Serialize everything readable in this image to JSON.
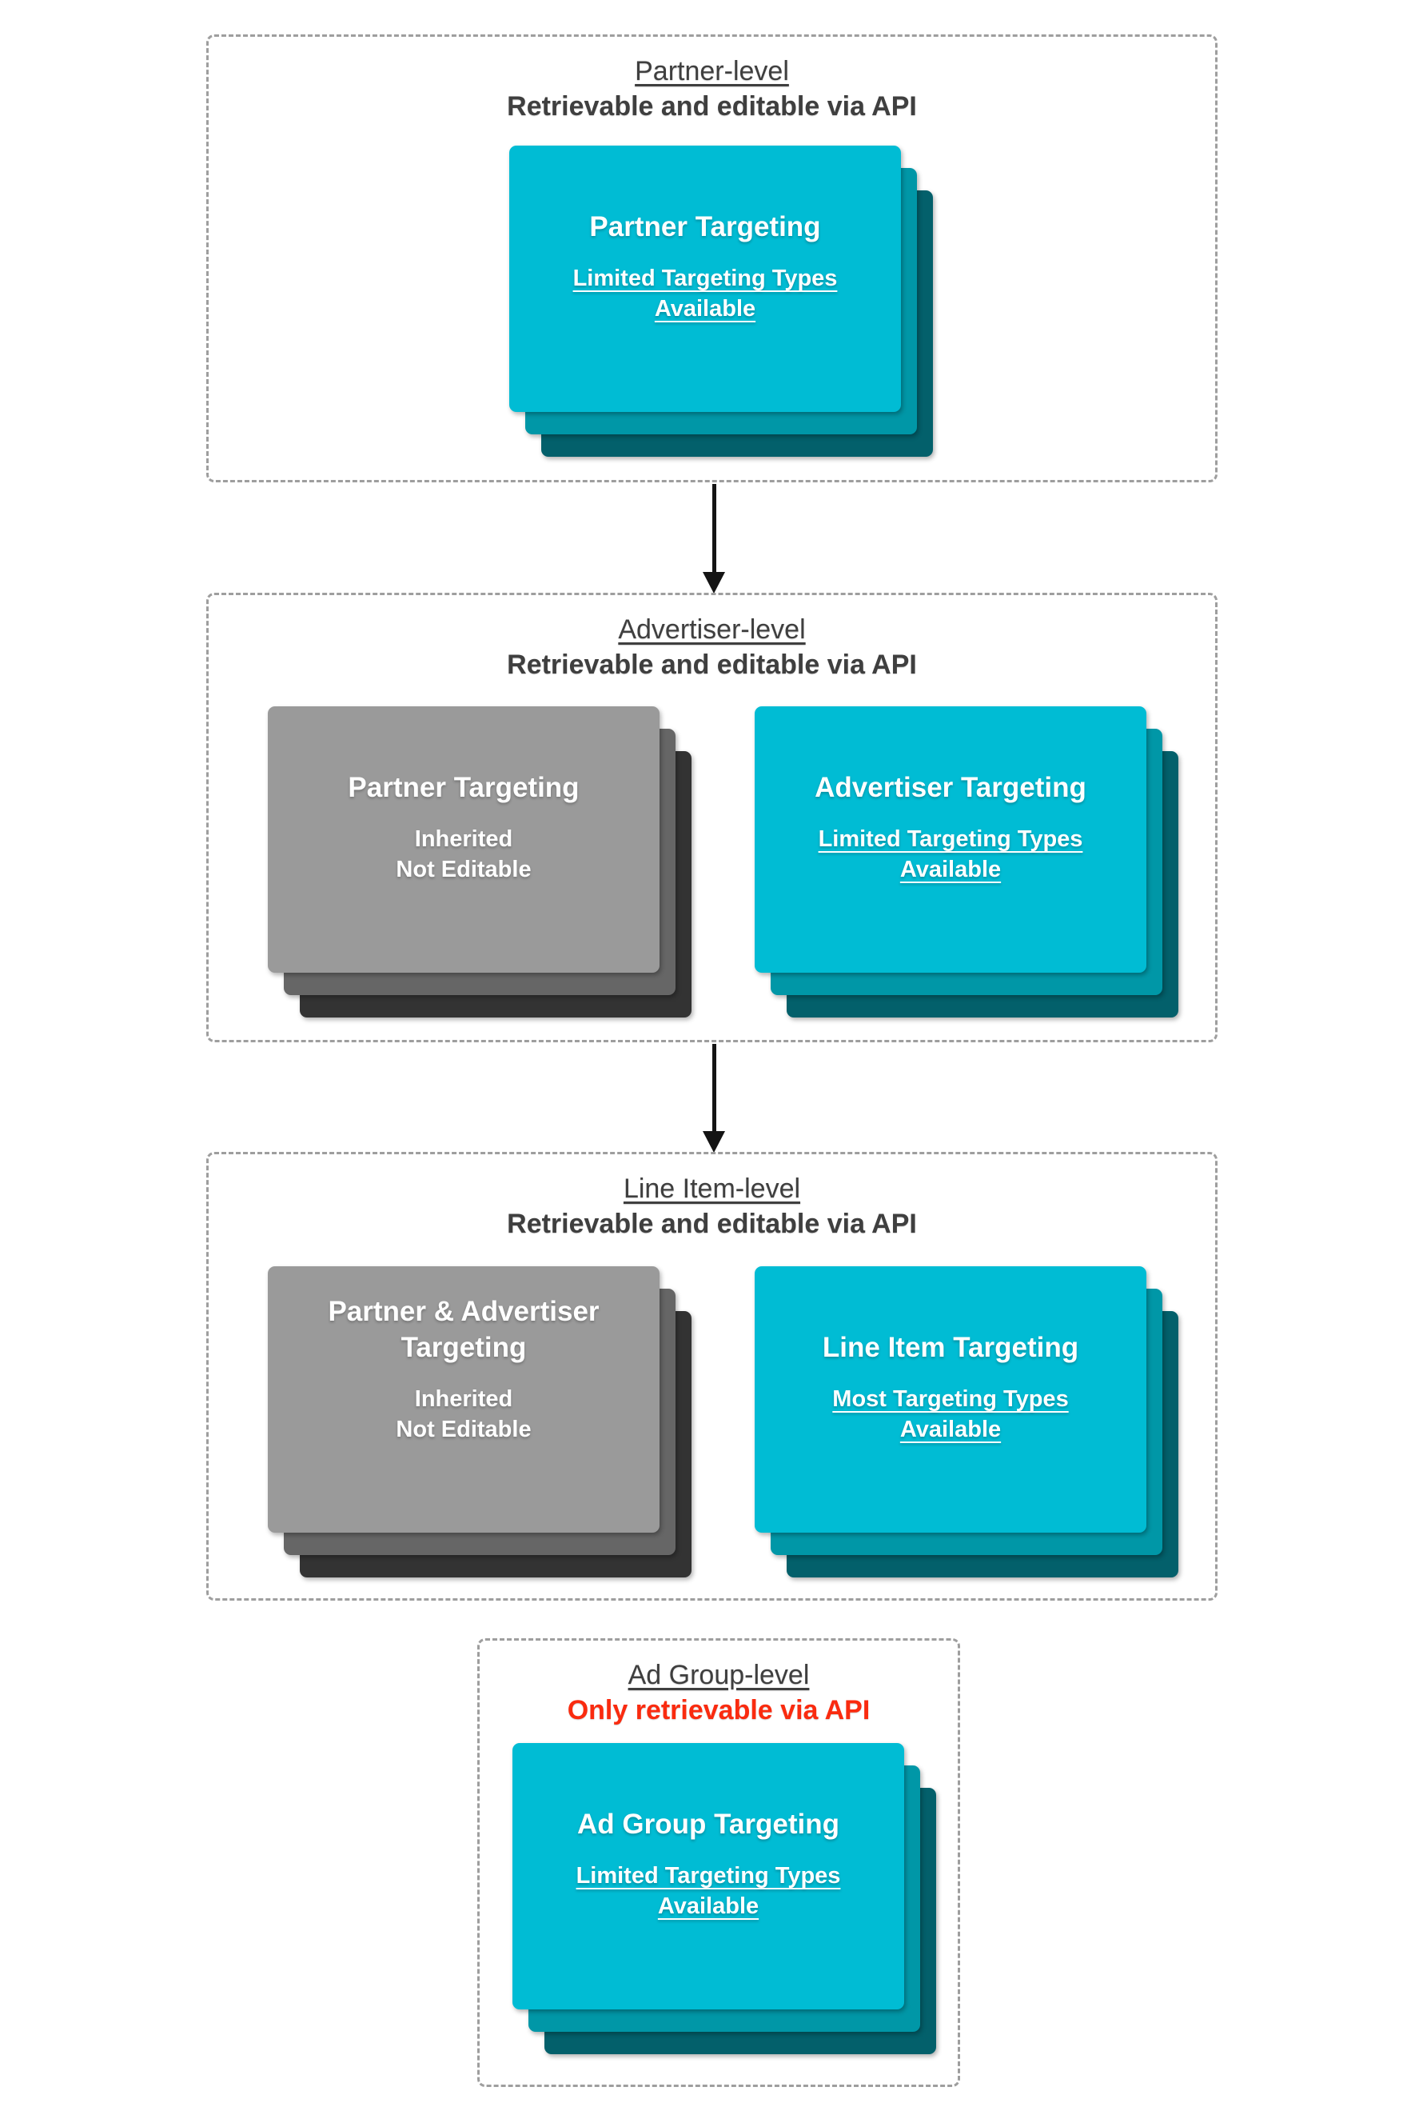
{
  "colors": {
    "teal_card": "#00bcd4",
    "teal_stack_mid": "#0097a7",
    "teal_stack_dark": "#03606b",
    "gray_card": "#9a9a9a",
    "gray_stack_mid": "#666666",
    "gray_stack_dark": "#333333",
    "section_border": "#9e9e9e",
    "title_text": "#3f3f3f",
    "red_text": "#fa2b0f",
    "card_text": "#ffffff",
    "arrow": "#141414"
  },
  "sections": [
    {
      "title": "Partner-level",
      "subtitle": "Retrievable and editable via API",
      "cards": [
        {
          "variant": "teal",
          "heading_lines": [
            "Partner Targeting"
          ],
          "body_lines": [
            "Limited Targeting Types",
            "Available"
          ],
          "body_underlined": true
        }
      ]
    },
    {
      "title": "Advertiser-level",
      "subtitle": "Retrievable and editable via API",
      "cards": [
        {
          "variant": "gray",
          "heading_lines": [
            "Partner Targeting"
          ],
          "body_lines": [
            "Inherited",
            "Not Editable"
          ],
          "body_underlined": false
        },
        {
          "variant": "teal",
          "heading_lines": [
            "Advertiser Targeting"
          ],
          "body_lines": [
            "Limited Targeting Types",
            "Available"
          ],
          "body_underlined": true
        }
      ]
    },
    {
      "title": "Line Item-level",
      "subtitle": "Retrievable and editable via API",
      "cards": [
        {
          "variant": "gray",
          "heading_lines": [
            "Partner & Advertiser",
            "Targeting"
          ],
          "body_lines": [
            "Inherited",
            "Not Editable"
          ],
          "body_underlined": false
        },
        {
          "variant": "teal",
          "heading_lines": [
            "Line Item Targeting"
          ],
          "body_lines": [
            "Most Targeting Types",
            "Available"
          ],
          "body_underlined": true
        }
      ]
    },
    {
      "title": "Ad Group-level",
      "subtitle": "Only retrievable via API",
      "cards": [
        {
          "variant": "teal",
          "heading_lines": [
            "Ad Group Targeting"
          ],
          "body_lines": [
            "Limited Targeting Types",
            "Available"
          ],
          "body_underlined": true
        }
      ]
    }
  ]
}
